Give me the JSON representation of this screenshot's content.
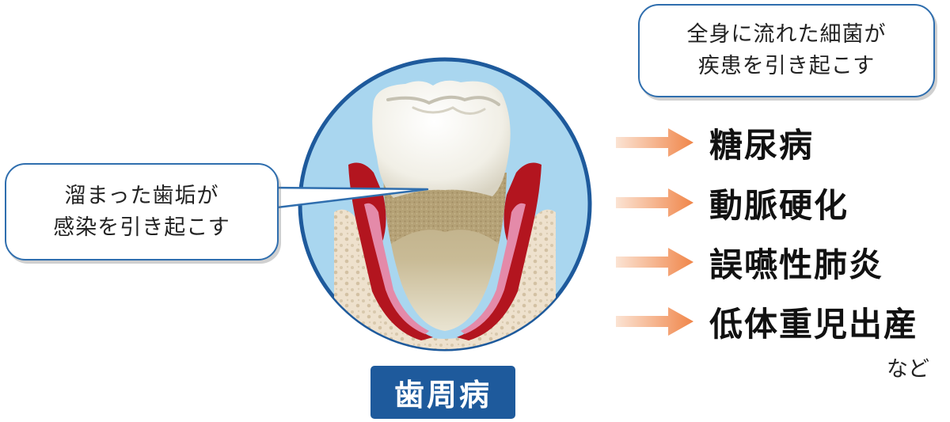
{
  "title": "歯周病",
  "callout_left": {
    "line1": "溜まった歯垢が",
    "line2": "感染を引き起こす"
  },
  "callout_right": {
    "line1": "全身に流れた細菌が",
    "line2": "疾患を引き起こす"
  },
  "diseases": [
    "糖尿病",
    "動脈硬化",
    "誤嚥性肺炎",
    "低体重児出産"
  ],
  "etc_label": "など",
  "colors": {
    "accent_blue": "#1e5a9c",
    "circle_background": "#a9d6ef",
    "arrow_orange": "#f0864a",
    "gum_red": "#b3151f"
  }
}
